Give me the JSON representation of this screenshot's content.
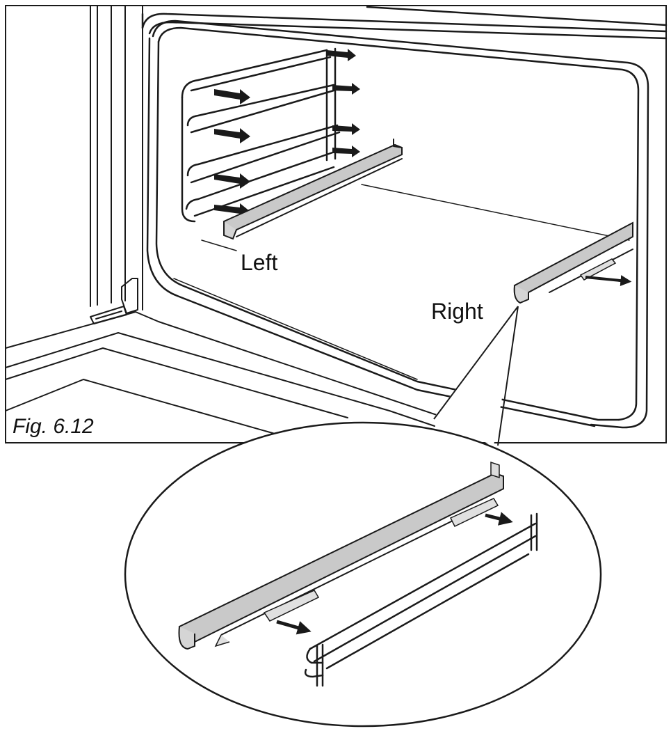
{
  "labels": {
    "left": "Left",
    "right": "Right",
    "figure": "Fig. 6.12"
  },
  "colors": {
    "line": "#1a1a1a",
    "rail_fill": "#c9c9c9",
    "rail_highlight": "#dcdcdc",
    "arrow": "#1a1a1a",
    "background": "#ffffff"
  },
  "icons": {
    "arrow": "arrow-icon",
    "oven": "oven-cavity-drawing",
    "zoom": "magnifier-callout"
  }
}
